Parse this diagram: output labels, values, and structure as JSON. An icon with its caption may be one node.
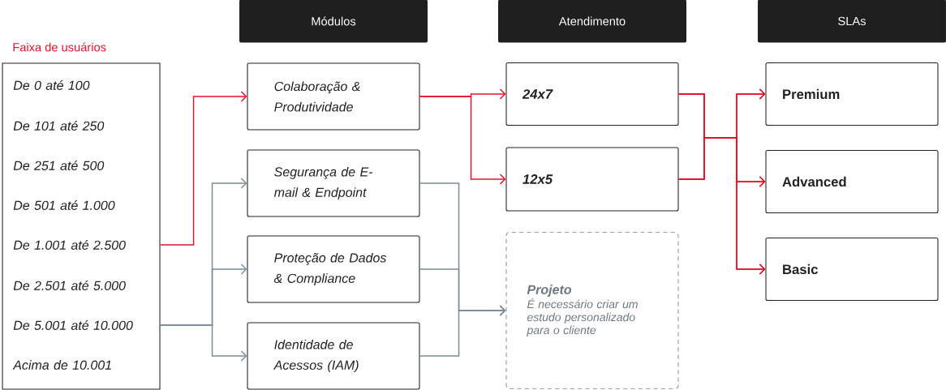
{
  "diagram": {
    "nodes": [
      {
        "text": [
          "Módulos"
        ]
      },
      {
        "text": [
          "Atendimento"
        ]
      },
      {
        "text": [
          "SLAs"
        ]
      },
      {
        "text": [
          "Faixa de usuários"
        ]
      },
      {
        "text": [
          "De 0 até 100"
        ],
        "in": 3
      },
      {
        "text": [
          "De 101 até 250"
        ],
        "in": 3
      },
      {
        "text": [
          "De 251 até 500"
        ],
        "in": 3
      },
      {
        "text": [
          "De 501 até 1.000"
        ],
        "in": 3
      },
      {
        "text": [
          "De 1.001 até 2.500"
        ],
        "in": 3
      },
      {
        "text": [
          "De 2.501 até 5.000"
        ],
        "in": 3
      },
      {
        "text": [
          "De 5.001 até 10.000"
        ],
        "in": 3
      },
      {
        "text": [
          "Acima de 10.001"
        ],
        "in": 3
      },
      {
        "text": [
          "Colaboração & Produtividade"
        ]
      },
      {
        "text": [
          "Segurança de E-mail & Endpoint"
        ]
      },
      {
        "text": [
          "Proteção de Dados & Compliance"
        ]
      },
      {
        "text": [
          "Identidade de Acessos (IAM)"
        ]
      },
      {
        "text": [
          "24x7"
        ]
      },
      {
        "text": [
          "12x5"
        ]
      },
      {
        "text": [
          "Projeto",
          "É necessário criar um estudo personalizado para o cliente"
        ]
      },
      {
        "text": [
          "Premium"
        ]
      },
      {
        "text": [
          "Advanced"
        ]
      },
      {
        "text": [
          "Basic"
        ]
      }
    ],
    "edges": [
      {
        "from": 8,
        "to": 12,
        "arrow": "to"
      },
      {
        "from": 12,
        "to": 16,
        "arrow": "to"
      },
      {
        "from": 12,
        "to": 17,
        "arrow": "to"
      },
      {
        "from": 16,
        "to": 19,
        "arrow": "to"
      },
      {
        "from": 16,
        "to": 20,
        "arrow": "to"
      },
      {
        "from": 16,
        "to": 21,
        "arrow": "to"
      },
      {
        "from": 17,
        "to": 19,
        "arrow": "to"
      },
      {
        "from": 17,
        "to": 20,
        "arrow": "to"
      },
      {
        "from": 17,
        "to": 21,
        "arrow": "to"
      },
      {
        "from": 10,
        "to": 13,
        "arrow": "to",
        "color": "#7d8b99"
      },
      {
        "from": 10,
        "to": 14,
        "arrow": "to",
        "color": "#7d8b99"
      },
      {
        "from": 10,
        "to": 15,
        "arrow": "to",
        "color": "#7d8b99"
      },
      {
        "from": 13,
        "to": 18,
        "arrow": "to",
        "color": "#7d8b99"
      },
      {
        "from": 14,
        "to": 18,
        "arrow": "to",
        "color": "#7d8b99"
      },
      {
        "from": 15,
        "to": 18,
        "arrow": "to",
        "color": "#7d8b99"
      }
    ]
  }
}
